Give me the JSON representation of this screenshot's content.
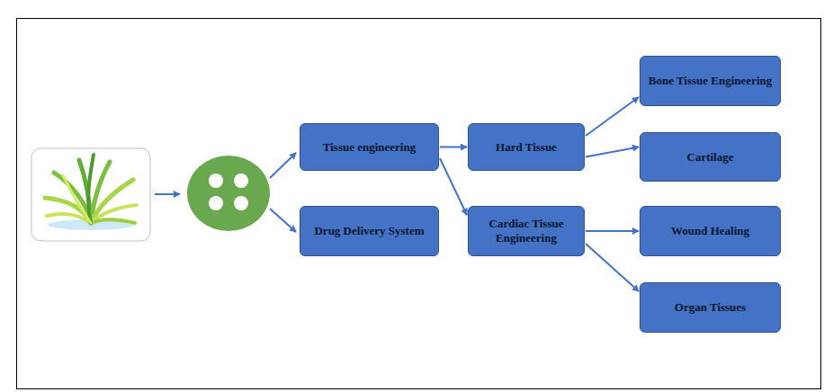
{
  "diagram": {
    "nodes": [
      {
        "text": [
          "Tissue engineering"
        ]
      },
      {
        "text": [
          "Drug Delivery System"
        ]
      },
      {
        "text": [
          "Hard Tissue"
        ]
      },
      {
        "text": [
          "Cardiac Tissue Engineering"
        ]
      },
      {
        "text": [
          "Bone Tissue Engineering"
        ]
      },
      {
        "text": [
          "Cartilage"
        ]
      },
      {
        "text": [
          "Wound Healing"
        ]
      },
      {
        "text": [
          "Organ Tissues"
        ]
      }
    ],
    "edges": [
      {
        "from": 0,
        "to": 2,
        "arrow": "to"
      },
      {
        "from": 0,
        "to": 3,
        "arrow": "to"
      },
      {
        "from": 2,
        "to": 4,
        "arrow": "to"
      },
      {
        "from": 2,
        "to": 5,
        "arrow": "to"
      },
      {
        "from": 3,
        "to": 6,
        "arrow": "to"
      },
      {
        "from": 3,
        "to": 7,
        "arrow": "to"
      }
    ]
  }
}
